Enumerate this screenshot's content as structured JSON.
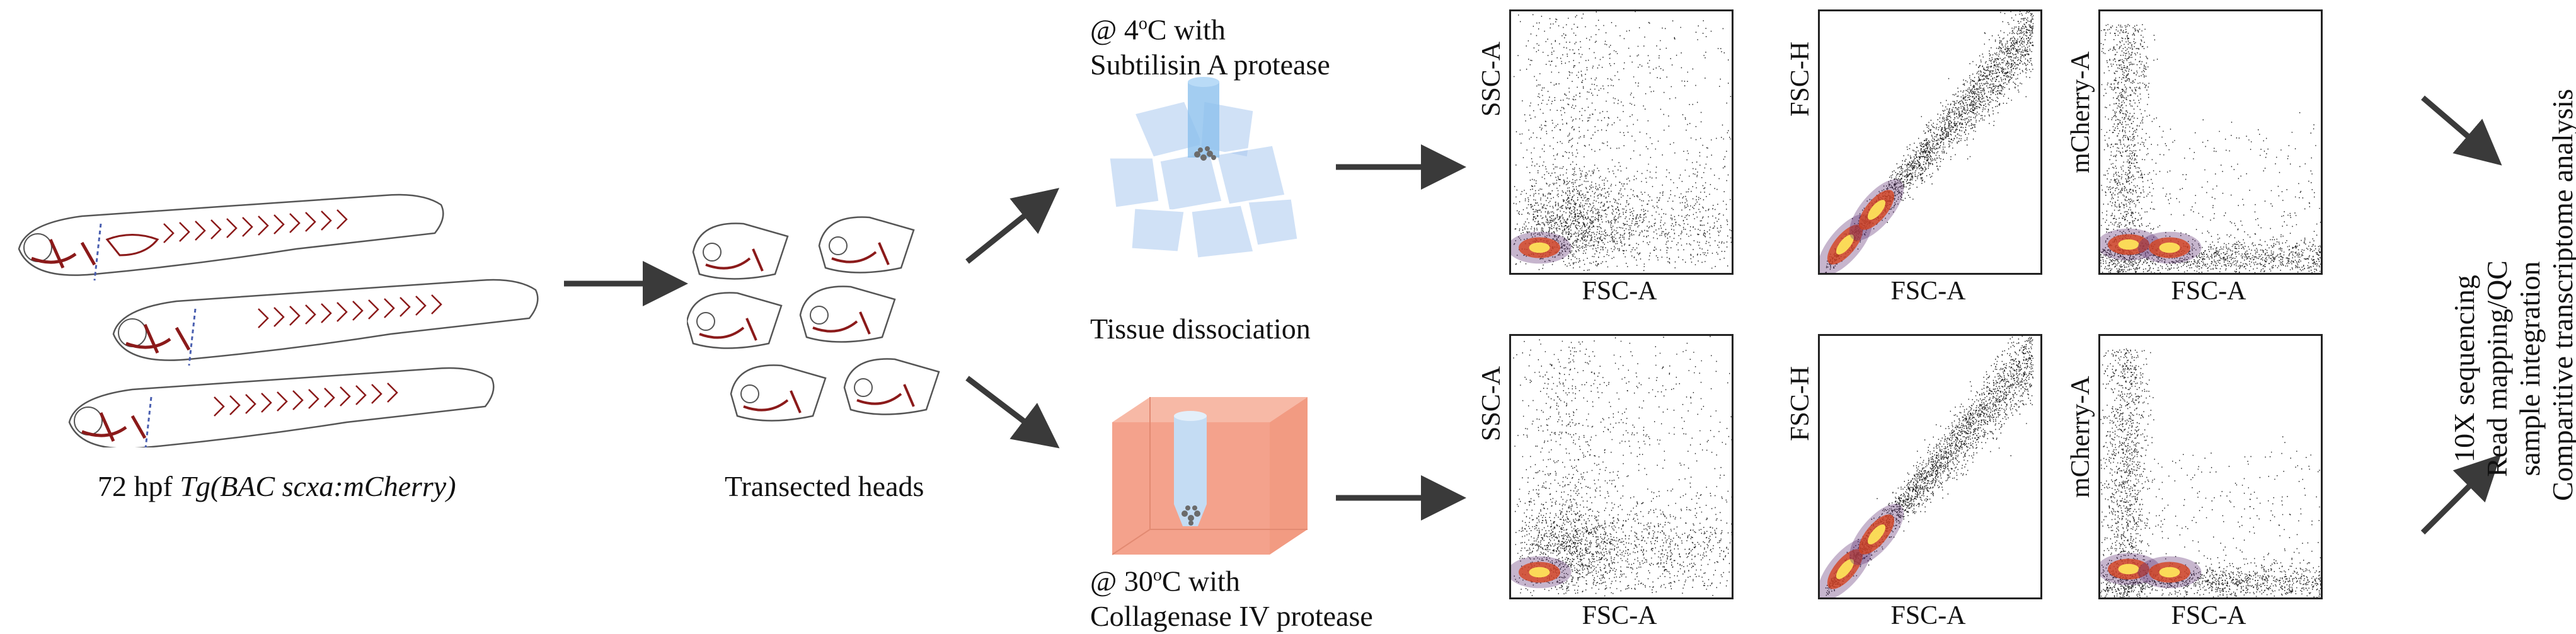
{
  "left": {
    "fish_caption_prefix": "72 hpf ",
    "fish_caption_italic": "Tg(BAC scxa:mCherry)",
    "heads_caption": "Transected heads"
  },
  "top_condition": {
    "line1_pre": "@ 4",
    "line1_sup": "o",
    "line1_post": "C with",
    "line2": "Subtilisin A protease"
  },
  "middle_label": "Tissue dissociation",
  "bottom_condition": {
    "line1_pre": "@ 30",
    "line1_sup": "o",
    "line1_post": "C with",
    "line2": "Collagenase IV protease"
  },
  "plots": {
    "top": [
      {
        "ylabel": "SSC-A",
        "xlabel": "FSC-A",
        "pattern": "ssc"
      },
      {
        "ylabel": "FSC-H",
        "xlabel": "FSC-A",
        "pattern": "fsch"
      },
      {
        "ylabel": "mCherry-A",
        "xlabel": "FSC-A",
        "pattern": "mch"
      }
    ],
    "bottom": [
      {
        "ylabel": "SSC-A",
        "xlabel": "FSC-A",
        "pattern": "ssc"
      },
      {
        "ylabel": "FSC-H",
        "xlabel": "FSC-A",
        "pattern": "fsch"
      },
      {
        "ylabel": "mCherry-A",
        "xlabel": "FSC-A",
        "pattern": "mch"
      }
    ]
  },
  "right_text": [
    "10X sequencing",
    "Read mapping/QC",
    "sample integration",
    "Comparitive transcriptome analysis"
  ],
  "colors": {
    "arrow": "#3a3a3a",
    "fish_outline": "#555555",
    "fish_red": "#8b1a1a",
    "ice_blue": "#a9c9ef",
    "box_salmon": "#f4a28c",
    "density_hot": "#fde25a",
    "density_mid": "#d5421f",
    "density_low": "#5b2c6f"
  }
}
